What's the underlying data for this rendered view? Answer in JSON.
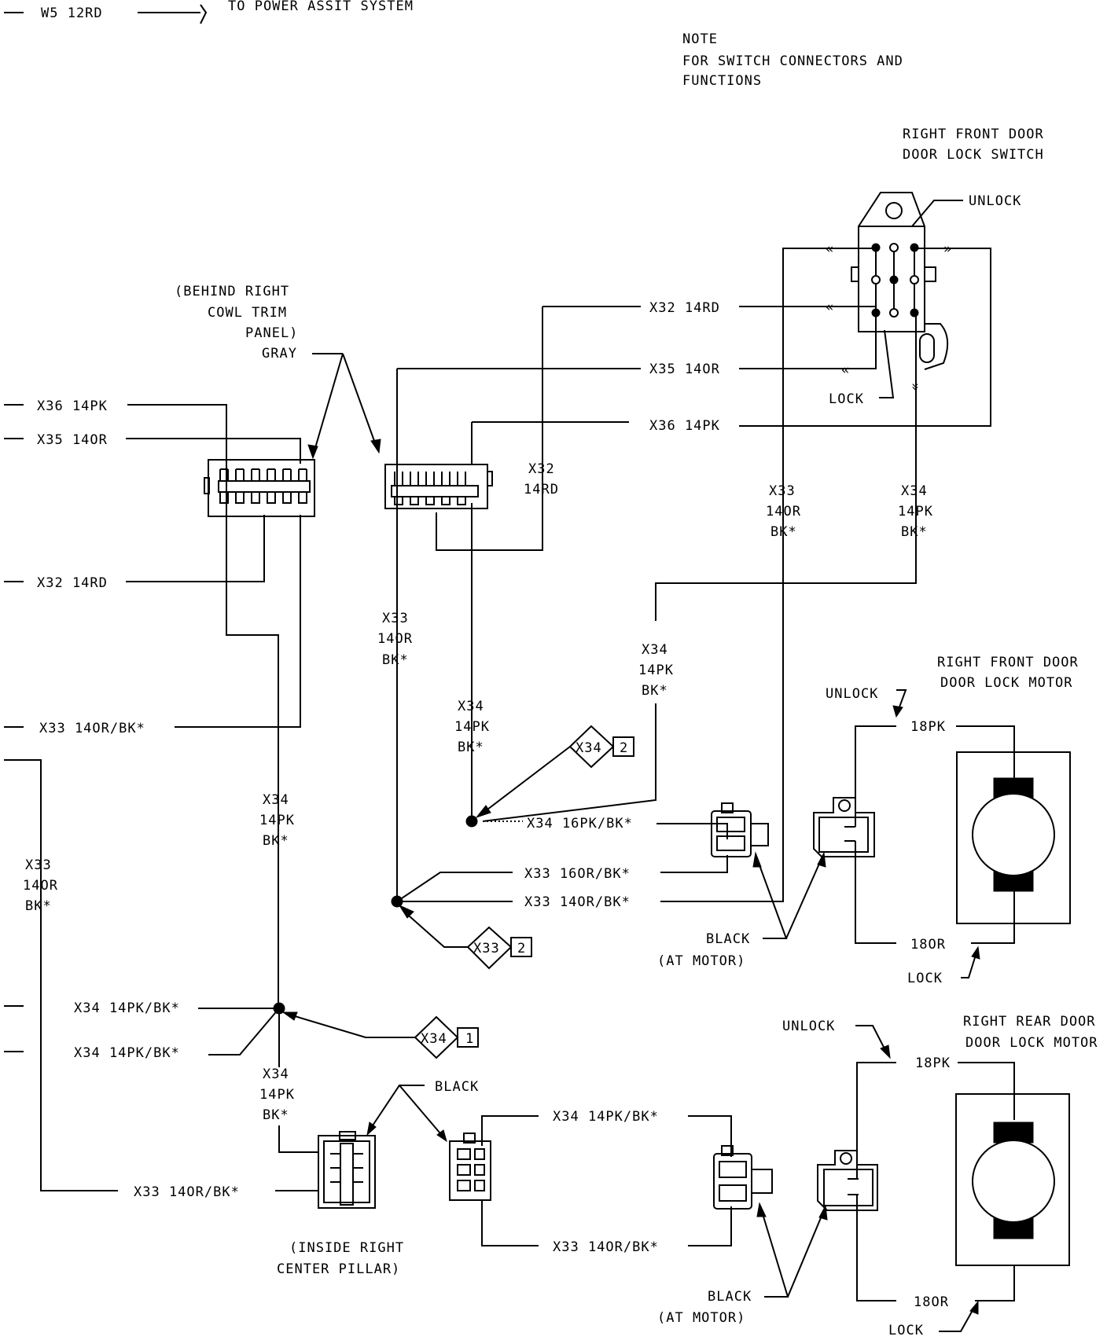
{
  "top": {
    "wire": "W5 12RD",
    "dest": "TO POWER ASSIT SYSTEM"
  },
  "note": {
    "line1": "NOTE",
    "line2": "FOR SWITCH CONNECTORS AND",
    "line3": "FUNCTIONS"
  },
  "switch": {
    "title1": "RIGHT FRONT DOOR",
    "title2": "DOOR LOCK SWITCH",
    "unlock": "UNLOCK",
    "lock": "LOCK"
  },
  "cowl": {
    "line1": "(BEHIND RIGHT",
    "line2": "COWL TRIM",
    "line3": "PANEL)",
    "line4": "GRAY"
  },
  "left_wires": {
    "x36": "X36 14PK",
    "x35": "X35 14OR",
    "x32": "X32 14RD",
    "x33": "X33 14OR/BK*"
  },
  "labels": {
    "x32_14rd_h": "X32 14RD",
    "x35_14or_h": "X35 14OR",
    "x36_14pk_h": "X36 14PK",
    "x32_v": [
      "X32",
      "14RD"
    ],
    "x33_sw": [
      "X33",
      "14OR",
      "BK*"
    ],
    "x34_sw": [
      "X34",
      "14PK",
      "BK*"
    ],
    "x33_mid": [
      "X33",
      "14OR",
      "BK*"
    ],
    "x34_mid": [
      "X34",
      "14PK",
      "BK*"
    ],
    "x34_right": [
      "X34",
      "14PK",
      "BK*"
    ],
    "x34_left": [
      "X34",
      "14PK",
      "BK*"
    ],
    "x33_far_left": [
      "X33",
      "14OR",
      "BK*"
    ],
    "x34_lower": [
      "X34",
      "14PK",
      "BK*"
    ],
    "x34_16pk": "X34 16PK/BK*",
    "x33_16or": "X33 16OR/BK*",
    "x33_14or_front": "X33 14OR/BK*",
    "x34_14pk_a": "X34 14PK/BK*",
    "x34_14pk_b": "X34 14PK/BK*",
    "x33_14or_pillar": "X33 14OR/BK*",
    "x34_14pk_rear": "X34 14PK/BK*",
    "x33_14or_rear": "X33 14OR/BK*"
  },
  "splices": {
    "x34_2": {
      "id": "X34",
      "num": "2"
    },
    "x33_2": {
      "id": "X33",
      "num": "2"
    },
    "x34_1": {
      "id": "X34",
      "num": "1"
    }
  },
  "front_motor": {
    "title1": "RIGHT FRONT DOOR",
    "title2": "DOOR LOCK MOTOR",
    "unlock": "UNLOCK",
    "lock": "LOCK",
    "pk": "18PK",
    "or": "18OR",
    "black1": "BLACK",
    "black2": "(AT MOTOR)"
  },
  "rear_motor": {
    "title1": "RIGHT REAR DOOR",
    "title2": "DOOR LOCK MOTOR",
    "unlock": "UNLOCK",
    "lock": "LOCK",
    "pk": "18PK",
    "or": "18OR",
    "black1": "BLACK",
    "black2": "(AT MOTOR)"
  },
  "pillar": {
    "black": "BLACK",
    "line1": "(INSIDE RIGHT",
    "line2": "CENTER PILLAR)"
  }
}
